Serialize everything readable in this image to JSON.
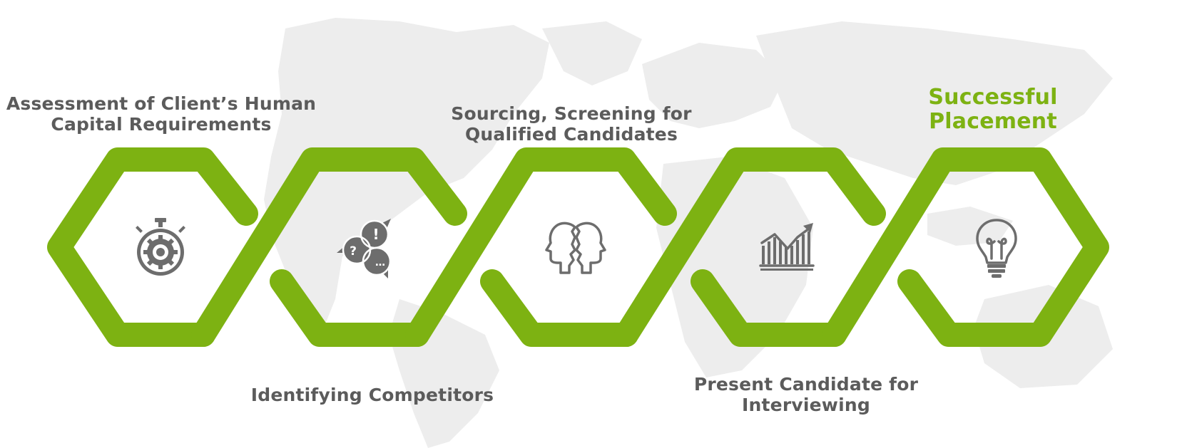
{
  "steps": [
    {
      "label_lines": [
        "Assessment of Client’s Human",
        "Capital Requirements"
      ],
      "icon": "stopwatch-gear-icon",
      "highlight": false
    },
    {
      "label_lines": [
        "Identifying Competitors"
      ],
      "icon": "speech-bubbles-venn-icon",
      "highlight": false
    },
    {
      "label_lines": [
        "Sourcing, Screening for",
        "Qualified Candidates"
      ],
      "icon": "two-heads-icon",
      "highlight": false
    },
    {
      "label_lines": [
        "Present Candidate for",
        "Interviewing"
      ],
      "icon": "growth-chart-icon",
      "highlight": false
    },
    {
      "label_lines": [
        "Successful",
        "Placement"
      ],
      "icon": "lightbulb-icon",
      "highlight": true
    }
  ],
  "colors": {
    "accent_green": "#7db212",
    "label_gray": "#5b5b5b",
    "icon_gray": "#6d6d6d",
    "map_gray": "#ececec"
  }
}
